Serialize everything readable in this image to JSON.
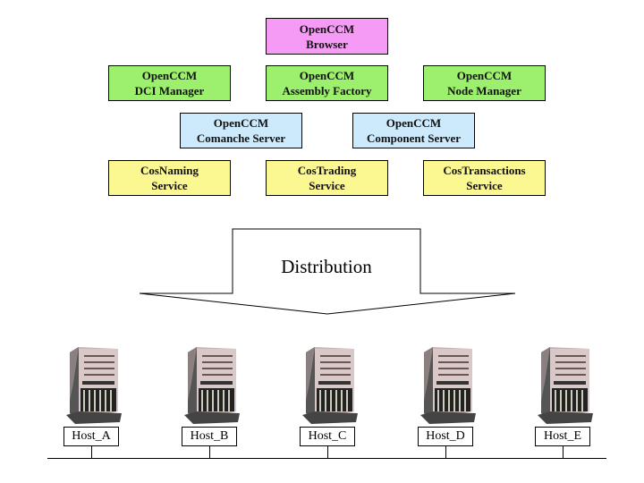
{
  "components": {
    "browser": {
      "line1": "OpenCCM",
      "line2": "Browser",
      "color": "#f59af5"
    },
    "dci_manager": {
      "line1": "OpenCCM",
      "line2": "DCI Manager",
      "color": "#9cf06e"
    },
    "assembly_factory": {
      "line1": "OpenCCM",
      "line2": "Assembly Factory",
      "color": "#9cf06e"
    },
    "node_manager": {
      "line1": "OpenCCM",
      "line2": "Node Manager",
      "color": "#9cf06e"
    },
    "comanche_server": {
      "line1": "OpenCCM",
      "line2": "Comanche Server",
      "color": "#cceafc"
    },
    "component_server": {
      "line1": "OpenCCM",
      "line2": "Component Server",
      "color": "#cceafc"
    },
    "cos_naming": {
      "line1": "CosNaming",
      "line2": "Service",
      "color": "#fcf891"
    },
    "cos_trading": {
      "line1": "CosTrading",
      "line2": "Service",
      "color": "#fcf891"
    },
    "cos_transactions": {
      "line1": "CosTransactions",
      "line2": "Service",
      "color": "#fcf891"
    }
  },
  "arrow": {
    "label": "Distribution"
  },
  "hosts": [
    {
      "label": "Host_A",
      "icon": "server-tower-icon"
    },
    {
      "label": "Host_B",
      "icon": "server-tower-icon"
    },
    {
      "label": "Host_C",
      "icon": "server-tower-icon"
    },
    {
      "label": "Host_D",
      "icon": "server-tower-icon"
    },
    {
      "label": "Host_E",
      "icon": "server-tower-icon"
    }
  ]
}
